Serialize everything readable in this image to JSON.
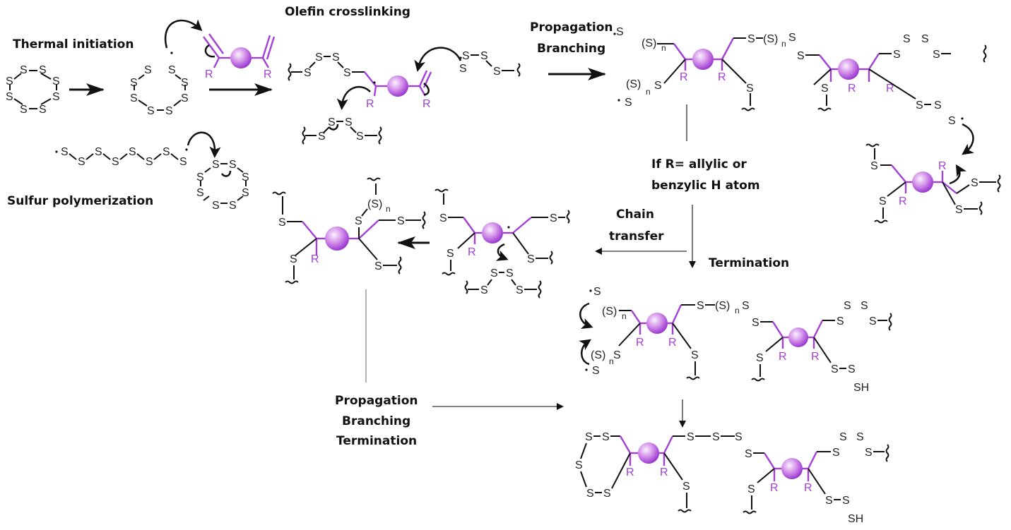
{
  "labels": {
    "thermal_initiation": "Thermal initiation",
    "sulfur_polymerization": "Sulfur polymerization",
    "olefin_crosslinking": "Olefin crosslinking",
    "propagation_branching_1": "Propagation",
    "propagation_branching_2": "Branching",
    "condition_1": "If R= allylic or",
    "condition_2": "benzylic H atom",
    "chain_transfer_1": "Chain",
    "chain_transfer_2": "transfer",
    "termination": "Termination",
    "final_1": "Propagation",
    "final_2": "Branching",
    "final_3": "Termination"
  },
  "atoms": {
    "sulfur": "S",
    "r_group": "R",
    "thiol": "SH",
    "n": "n",
    "sn": "(S)",
    "radical": "·"
  },
  "colors": {
    "olefin": "#a23fd6",
    "sphere_light": "#f6e6fb",
    "sphere_dark": "#9b3ad0",
    "bond": "#111111"
  }
}
